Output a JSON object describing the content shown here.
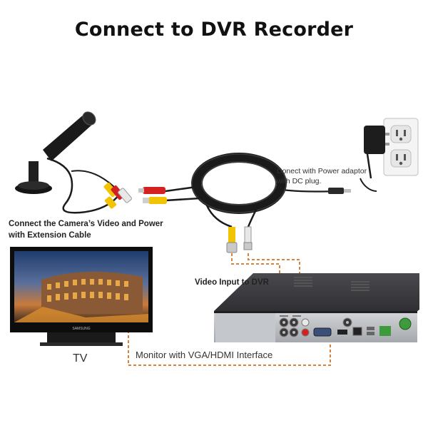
{
  "title": "Connect to DVR Recorder",
  "labels": {
    "camera_line1": "Connect the Camera’s Video and Power",
    "camera_line2": "with Extension Cable",
    "power_line1": "Conect with Power adaptor",
    "power_line2": "with DC plug.",
    "video_input": "Video Input to DVR",
    "tv": "TV",
    "monitor": "Monitor with VGA/HDMI Interface"
  },
  "tv_brand": "SAMSUNG",
  "colors": {
    "cable": "#1b1b1b",
    "dashed_line": "#d9823b",
    "rca_yellow": "#f2c300",
    "rca_red": "#d42020",
    "rca_white": "#e8e8e8",
    "dvr_body": "#2e2e30",
    "dvr_panel": "#b9bcc0",
    "wall_outlet": "#f4f4f4"
  },
  "icons": [
    "bullet-camera-icon",
    "cable-coil-icon",
    "power-adapter-icon",
    "wall-outlet-icon",
    "tv-monitor-icon",
    "dvr-recorder-icon"
  ]
}
